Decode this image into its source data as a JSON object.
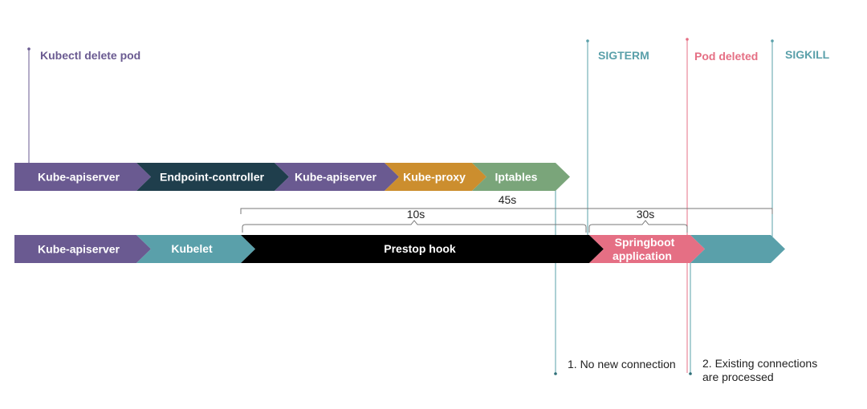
{
  "colors": {
    "purple": "#6a5a91",
    "dark_teal": "#1f3e4c",
    "orange": "#cc8e2e",
    "green": "#7aa57a",
    "teal": "#5aa0aa",
    "black": "#000000",
    "pink": "#e56f84"
  },
  "events": {
    "delete_pod": "Kubectl delete pod",
    "sigterm": "SIGTERM",
    "pod_deleted": "Pod deleted",
    "sigkill": "SIGKILL"
  },
  "row1": [
    {
      "label": "Kube-apiserver",
      "color": "#6a5a91"
    },
    {
      "label": "Endpoint-controller",
      "color": "#1f3e4c"
    },
    {
      "label": "Kube-apiserver",
      "color": "#6a5a91"
    },
    {
      "label": "Kube-proxy",
      "color": "#cc8e2e"
    },
    {
      "label": "Iptables",
      "color": "#7aa57a"
    }
  ],
  "row2": [
    {
      "label": "Kube-apiserver",
      "color": "#6a5a91"
    },
    {
      "label": "Kubelet",
      "color": "#5aa0aa"
    },
    {
      "label": "Prestop hook",
      "color": "#000000"
    },
    {
      "label_line1": "Springboot",
      "label_line2": "application",
      "color": "#e56f84"
    },
    {
      "label": "",
      "color": "#5aa0aa"
    }
  ],
  "durations": {
    "total": "45s",
    "prestop": "10s",
    "grace": "30s"
  },
  "notes": {
    "no_new": "1. No new connection",
    "existing_line1": "2. Existing connections",
    "existing_line2": "are processed"
  }
}
